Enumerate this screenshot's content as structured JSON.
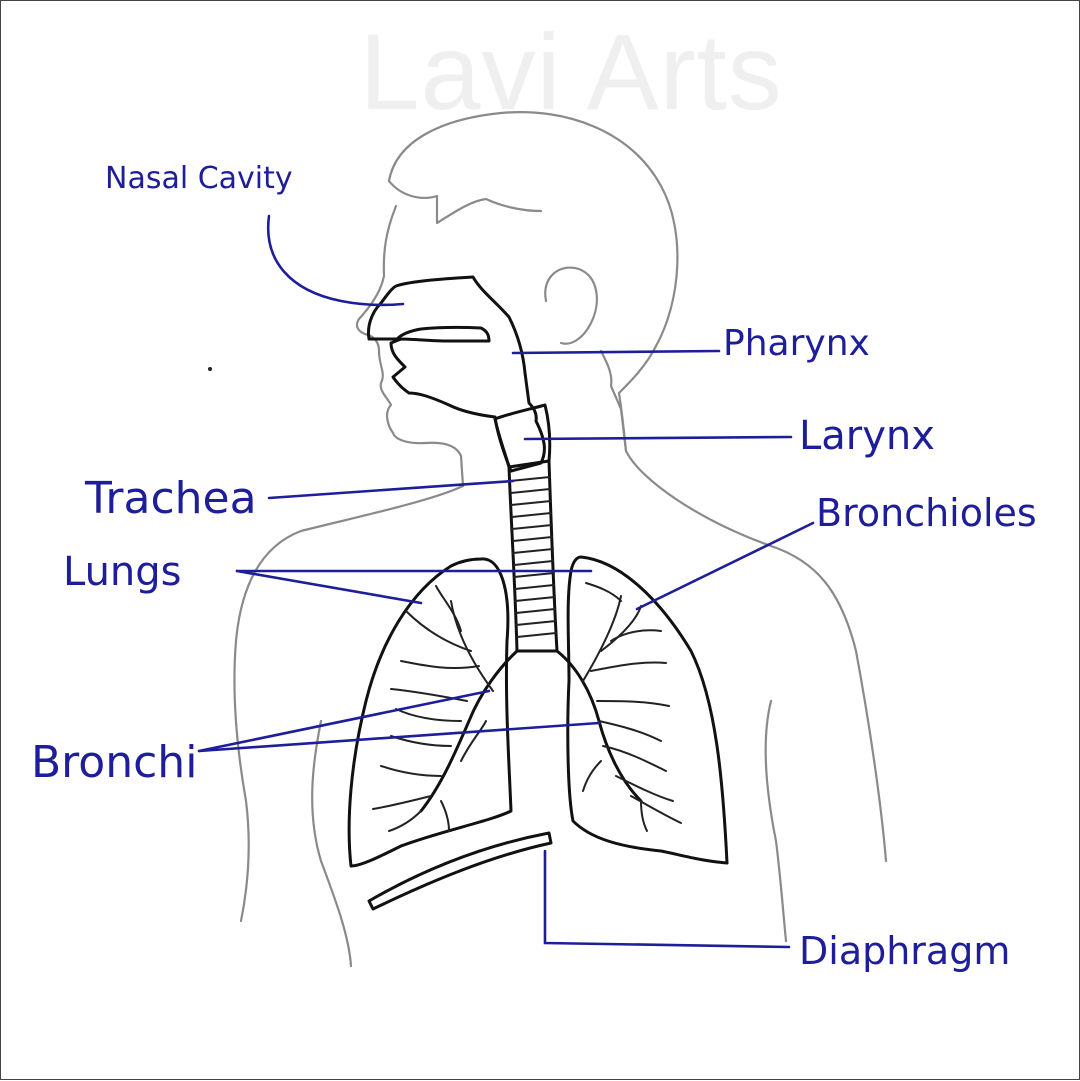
{
  "watermark": "Lavi Arts",
  "labels": {
    "nasal_cavity": "Nasal Cavity",
    "pharynx": "Pharynx",
    "larynx": "Larynx",
    "trachea": "Trachea",
    "bronchioles": "Bronchioles",
    "lungs": "Lungs",
    "bronchi": "Bronchi",
    "diaphragm": "Diaphragm"
  },
  "colors": {
    "label_ink": "#1e1e9a",
    "body_outline": "#8a8a8a",
    "organ_outline": "#111111",
    "watermark": "#efefef"
  }
}
